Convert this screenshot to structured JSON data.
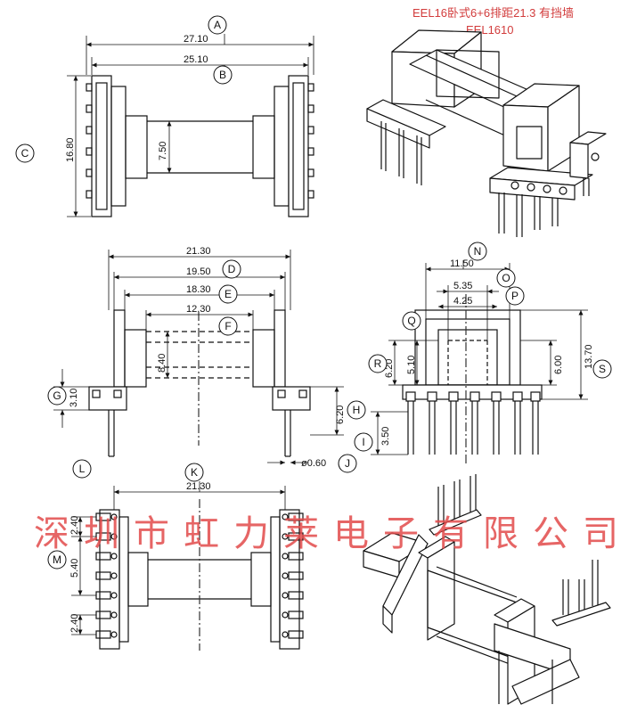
{
  "title": {
    "line1": "EEL16卧式6+6排距21.3 有挡墙",
    "line2": "EEL1610",
    "color": "#d23c3c"
  },
  "watermark": {
    "text": "深圳市虹力莱电子有限公司",
    "color": "#e24a4a"
  },
  "callouts": [
    "A",
    "B",
    "C",
    "D",
    "E",
    "F",
    "G",
    "H",
    "I",
    "J",
    "K",
    "L",
    "M",
    "N",
    "O",
    "P",
    "Q",
    "R",
    "S"
  ],
  "dimensions": {
    "A": "27.10",
    "B": "25.10",
    "C": "16.80",
    "c75": "7.50",
    "K1": "21.30",
    "D": "19.50",
    "E": "18.30",
    "F": "12.30",
    "h84": "8.40",
    "G": "3.10",
    "H": "6.20",
    "J": "ø0.60",
    "N": "11.50",
    "O": "5.35",
    "P": "4.25",
    "R": "6.20",
    "r51": "5.10",
    "s60": "6.00",
    "S": "13.70",
    "I": "3.50",
    "K": "21.30",
    "L": "2.40",
    "M": "5.40",
    "m24": "2.40"
  },
  "colors": {
    "line": "#111111",
    "center_line": "#333333"
  }
}
